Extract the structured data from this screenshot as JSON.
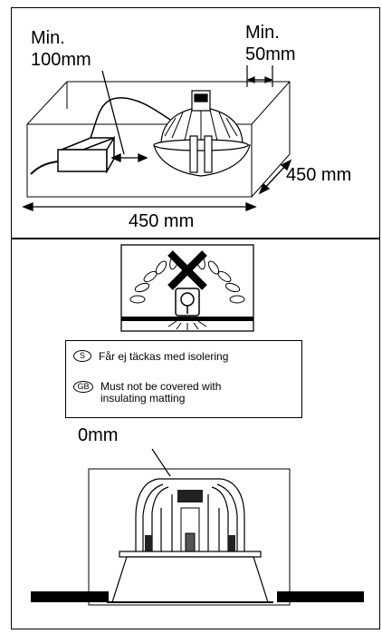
{
  "top_panel": {
    "min_left_label_1": "Min.",
    "min_left_label_2": "100mm",
    "min_right_label_1": "Min.",
    "min_right_label_2": "50mm",
    "depth_label": "450 mm",
    "width_label": "450 mm"
  },
  "bottom_panel": {
    "legend": [
      {
        "code": "S",
        "text": "Får ej täckas med isolering"
      },
      {
        "code": "GB",
        "text_line1": "Must not be covered with",
        "text_line2": "insulating matting"
      }
    ],
    "clearance_label": "0mm"
  }
}
